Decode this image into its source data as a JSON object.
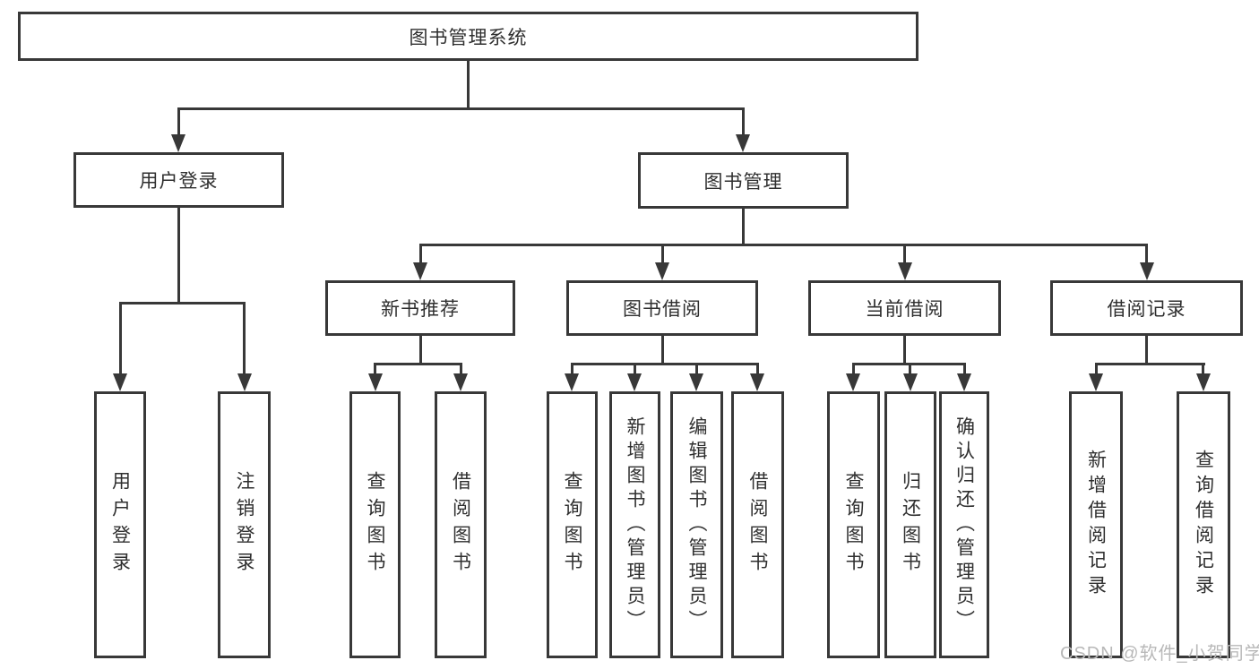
{
  "diagram": {
    "title": "图书管理系统",
    "root": "图书管理系统",
    "level1": [
      {
        "label": "用户登录"
      },
      {
        "label": "图书管理"
      }
    ],
    "level2": [
      {
        "label": "新书推荐"
      },
      {
        "label": "图书借阅"
      },
      {
        "label": "当前借阅"
      },
      {
        "label": "借阅记录"
      }
    ],
    "leaves": {
      "user": [
        "用户登录",
        "注销登录"
      ],
      "recommend": [
        "查询图书",
        "借阅图书"
      ],
      "borrow": [
        "查询图书",
        "新增图书（管理员）",
        "编辑图书（管理员）",
        "借阅图书"
      ],
      "current": [
        "查询图书",
        "归还图书",
        "确认归还（管理员）"
      ],
      "records": [
        "新增借阅记录",
        "查询借阅记录"
      ]
    }
  },
  "watermark": "CSDN @软件_小贺同学",
  "colors": {
    "line": "#383838",
    "text": "#2f2f2f",
    "watermark": "#b8b8b8",
    "background": "#ffffff"
  }
}
